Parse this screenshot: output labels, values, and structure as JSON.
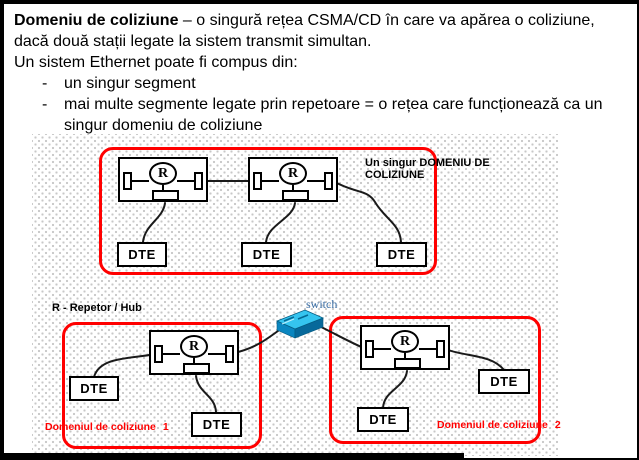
{
  "labels": {
    "repeater": "R",
    "dte": "DTE"
  },
  "text_block": {
    "line1_bold": "Domeniu de coliziune",
    "line1_rest": " – o singură rețea CSMA/CD în care va apărea o coliziune,",
    "line2": "dacă două stații legate la sistem transmit simultan.",
    "line3": "Un sistem Ethernet poate fi compus din:",
    "bullet_marker": "-",
    "bullet1": "un singur segment",
    "bullet2_line1": "mai multe segmente legate prin repetoare = o rețea care funcționează ca un",
    "bullet2_line2": "singur domeniu de coliziune"
  },
  "diagram": {
    "single_domain_label_line1": "Un singur DOMENIU DE",
    "single_domain_label_line2": "COLIZIUNE",
    "repeater_legend": "R - Repetor / Hub",
    "switch_label": "switch",
    "domain1_label": "Domeniul de coliziune",
    "domain1_number": "1",
    "domain2_label": "Domeniul de coliziune",
    "domain2_number": "2"
  },
  "colors": {
    "domain_border": "#ff0000",
    "domain_text": "#ff0000",
    "switch_top": "#35c4ef",
    "switch_front": "#0a86c0",
    "switch_side": "#07699b",
    "switch_label_color": "#3a6ea5",
    "dot_color": "#c8c8c8"
  }
}
